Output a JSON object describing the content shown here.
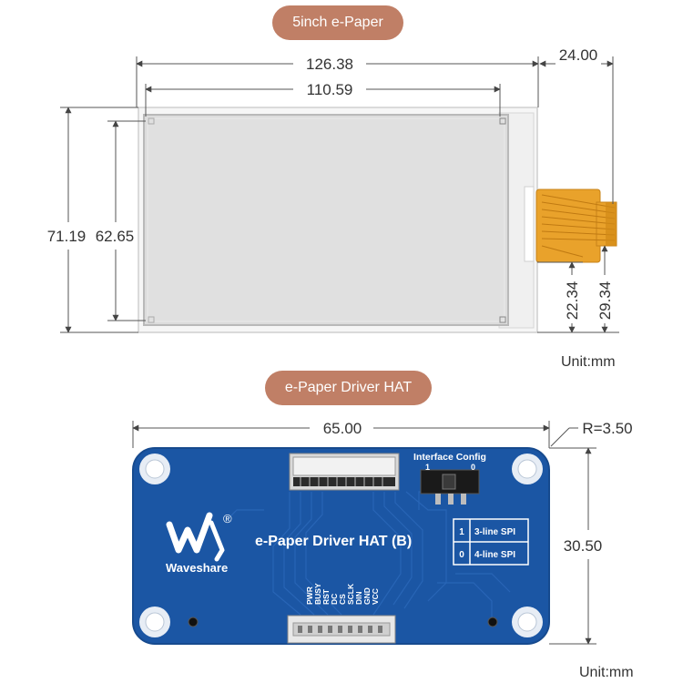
{
  "sections": {
    "epaper_title": "5inch e-Paper",
    "hat_title": "e-Paper Driver HAT"
  },
  "epaper_dims": {
    "outer_width": "126.38",
    "active_width": "110.59",
    "connector_width": "24.00",
    "outer_height": "71.19",
    "active_height": "62.65",
    "fpc_offset_inner": "22.34",
    "fpc_offset_outer": "29.34",
    "unit": "Unit:mm"
  },
  "hat_dims": {
    "width": "65.00",
    "height": "30.50",
    "radius": "R=3.50",
    "unit": "Unit:mm"
  },
  "hat_board": {
    "brand": "Waveshare",
    "registered": "®",
    "product_label": "e-Paper Driver HAT (B)",
    "interface_title": "Interface Config",
    "switch_pos_1": "1",
    "switch_pos_0": "0",
    "config_table": [
      {
        "key": "1",
        "value": "3-line SPI"
      },
      {
        "key": "0",
        "value": "4-line SPI"
      }
    ],
    "pins": [
      "PWR",
      "BUSY",
      "RST",
      "DC",
      "CS",
      "SCLK",
      "DIN",
      "GND",
      "VCC"
    ]
  },
  "colors": {
    "pill": "#c07f66",
    "pcb": "#1b56a4",
    "fpc": "#e9a22b",
    "screen": "#dddddd",
    "panel_white": "#f5f5f5"
  }
}
